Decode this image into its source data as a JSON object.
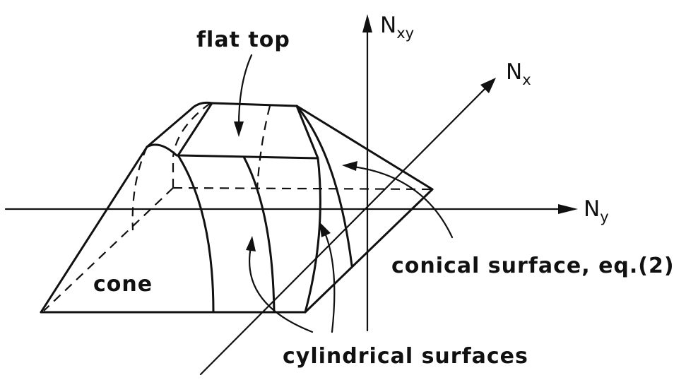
{
  "labels": {
    "flat_top": "flat top",
    "cone": "cone",
    "conical_surface": "conical surface, eq.(2)",
    "cylindrical_surfaces": "cylindrical surfaces"
  },
  "axes": {
    "nxy": {
      "base": "N",
      "sub": "xy"
    },
    "nx": {
      "base": "N",
      "sub": "x"
    },
    "ny": {
      "base": "N",
      "sub": "y"
    }
  },
  "colors": {
    "ink": "#111111",
    "paper": "#ffffff"
  }
}
